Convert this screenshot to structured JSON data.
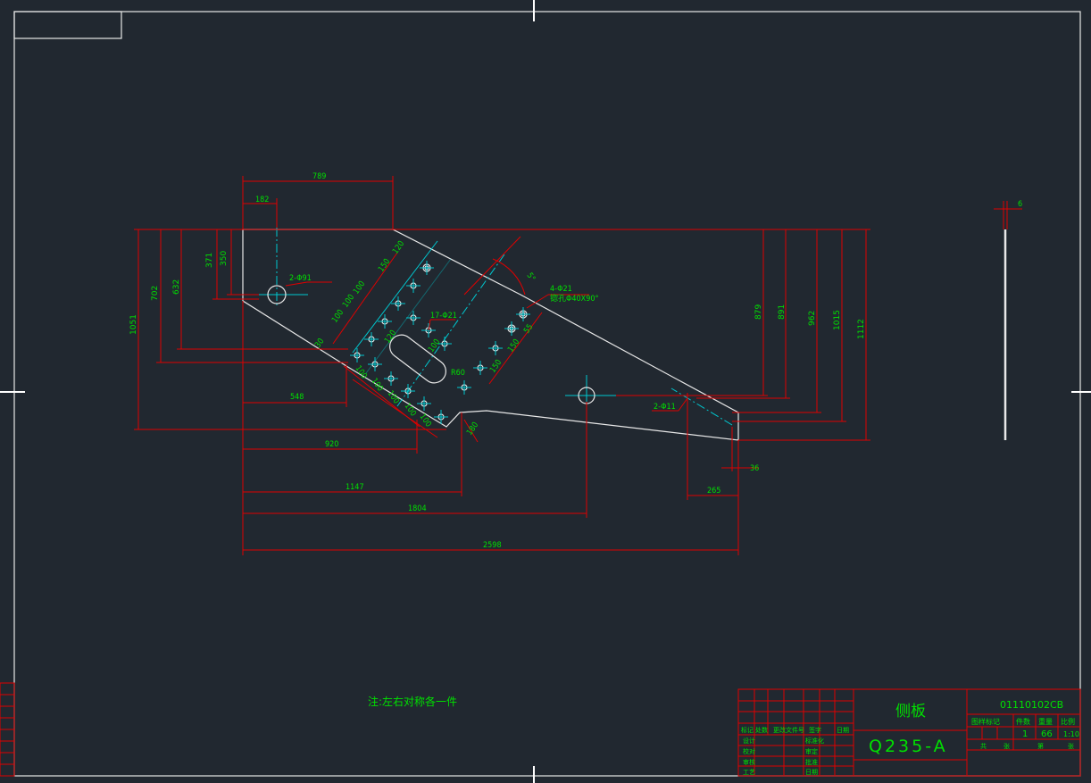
{
  "dimensions": {
    "d789": "789",
    "d182": "182",
    "d371": "371",
    "d350": "350",
    "d702": "702",
    "d632": "632",
    "d1051": "1051",
    "d548": "548",
    "d920": "920",
    "d1147": "1147",
    "d1804": "1804",
    "d2598": "2598",
    "d879": "879",
    "d891": "891",
    "d962": "962",
    "d1015": "1015",
    "d1112": "1112",
    "d265": "265",
    "d36": "36",
    "d6": "6",
    "d100": "100",
    "d30": "30",
    "d150": "150",
    "d120": "120",
    "d55": "55",
    "d180": "180",
    "angle": "5°"
  },
  "callouts": {
    "hole_left": "2-Φ91",
    "hole_right": "2-Φ11",
    "holes_17": "17-Φ21",
    "holes_4": "4-Φ21",
    "countersink": "锪孔Φ40X90°",
    "radius": "R60"
  },
  "note": "注:左右对称各一件",
  "title_block": {
    "part_name": "侧板",
    "material": "Q235-A",
    "drawing_no": "01110102CB",
    "header_cells": [
      "图样标记",
      "件数",
      "重量",
      "比例"
    ],
    "values": [
      "1",
      "66",
      "1:10"
    ],
    "row_labels": [
      "标记",
      "处数",
      "更改文件号",
      "签字",
      "日期"
    ],
    "sign_labels": [
      "设计",
      "校对",
      "审核",
      "工艺"
    ],
    "sign_right": [
      "标准化",
      "审定",
      "批准",
      "日期"
    ],
    "sheet_labels": [
      "共",
      "张",
      "第",
      "张"
    ]
  },
  "colors": {
    "background": "#212830",
    "outline": "#e8e8e8",
    "dimension": "#e00000",
    "centerline": "#00c8d0",
    "text": "#00e000"
  }
}
